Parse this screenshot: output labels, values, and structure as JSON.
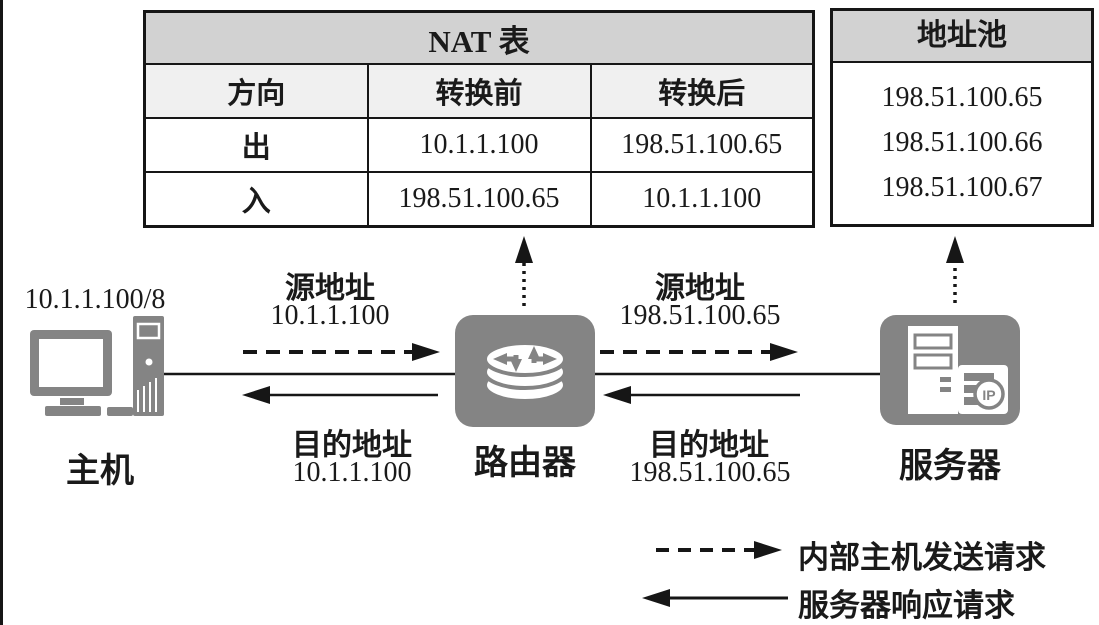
{
  "nat_table": {
    "title": "NAT 表",
    "columns": [
      "方向",
      "转换前",
      "转换后"
    ],
    "rows": [
      [
        "出",
        "10.1.1.100",
        "198.51.100.65"
      ],
      [
        "入",
        "198.51.100.65",
        "10.1.1.100"
      ]
    ]
  },
  "address_pool": {
    "title": "地址池",
    "addresses": [
      "198.51.100.65",
      "198.51.100.66",
      "198.51.100.67"
    ]
  },
  "nodes": {
    "host": {
      "label": "主机",
      "ip": "10.1.1.100/8"
    },
    "router": {
      "label": "路由器"
    },
    "server": {
      "label": "服务器"
    }
  },
  "flows": {
    "request_left": {
      "title": "源地址",
      "value": "10.1.1.100"
    },
    "request_right": {
      "title": "源地址",
      "value": "198.51.100.65"
    },
    "response_left": {
      "title": "目的地址",
      "value": "10.1.1.100"
    },
    "response_right": {
      "title": "目的地址",
      "value": "198.51.100.65"
    }
  },
  "legend": {
    "request": "内部主机发送请求",
    "response": "服务器响应请求"
  },
  "icons": {
    "server_ip_badge": "IP"
  },
  "colors": {
    "icon_gray": "#848484",
    "table_title_bg": "#d2d2d2",
    "table_header_bg": "#f0f0f0",
    "line_black": "#161616"
  }
}
